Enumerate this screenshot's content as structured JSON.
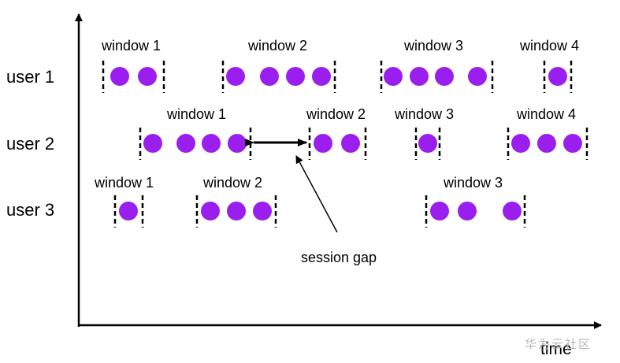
{
  "diagram": {
    "axis": {
      "x_label": "time"
    },
    "dot_color": "#9a1fee",
    "users": [
      {
        "label": "user 1",
        "windows": [
          {
            "label": "window 1",
            "dots": 2
          },
          {
            "label": "window 2",
            "dots": 4
          },
          {
            "label": "window 3",
            "dots": 4
          },
          {
            "label": "window 4",
            "dots": 1
          }
        ]
      },
      {
        "label": "user 2",
        "windows": [
          {
            "label": "window 1",
            "dots": 4
          },
          {
            "label": "window 2",
            "dots": 2
          },
          {
            "label": "window 3",
            "dots": 1
          },
          {
            "label": "window 4",
            "dots": 3
          }
        ]
      },
      {
        "label": "user 3",
        "windows": [
          {
            "label": "window 1",
            "dots": 1
          },
          {
            "label": "window 2",
            "dots": 3
          },
          {
            "label": "window 3",
            "dots": 3
          }
        ]
      }
    ],
    "session_gap_label": "session gap",
    "watermark": "华为云社区"
  }
}
